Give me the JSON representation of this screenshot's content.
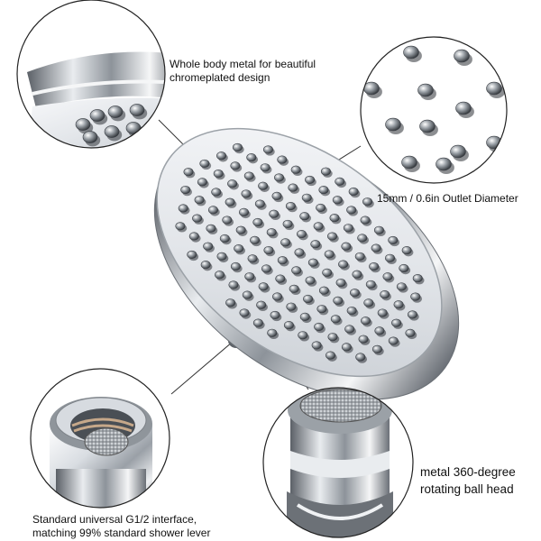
{
  "callouts": {
    "body_metal": {
      "line1": "Whole body metal for beautiful",
      "line2": "chromeplated design"
    },
    "outlet_diameter": {
      "text": "15mm / 0.6in Outlet Diameter"
    },
    "interface": {
      "line1": "Standard universal G1/2 interface,",
      "line2": "matching 99% standard shower lever"
    },
    "ball_head": {
      "line1": "metal 360-degree",
      "line2": "rotating ball head"
    }
  },
  "colors": {
    "chrome_light": "#f4f6f8",
    "chrome_mid": "#b9bec4",
    "chrome_dark": "#3a3e44",
    "callout_border": "#222222",
    "background": "#ffffff"
  },
  "icons": {
    "product": "shower-head-icon",
    "nozzle": "nozzle-icon",
    "filter_screen": "filter-screen-icon"
  }
}
